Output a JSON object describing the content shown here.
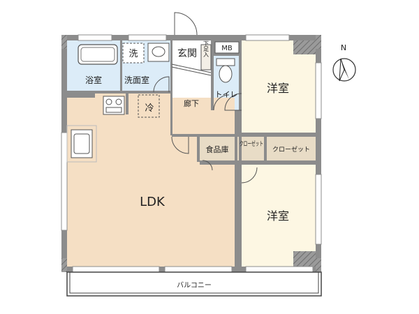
{
  "rooms": {
    "bath": "浴室",
    "washroom": "洗面室",
    "washer": "洗",
    "fridge": "冷",
    "entrance": "玄関",
    "shoe_box": "下足入",
    "meter_box": "MB",
    "toilet": "トイレ",
    "hallway": "廊下",
    "western_room_1": "洋室",
    "pantry": "食品庫",
    "closet_1": "クローゼット",
    "closet_2": "クローゼット",
    "ldk": "LDK",
    "western_room_2": "洋室",
    "balcony": "バルコニー"
  },
  "compass": {
    "north": "N"
  },
  "colors": {
    "wall": "#8c8c8c",
    "ldk_floor": "#f5dfc4",
    "western_floor": "#fdf7e3",
    "wet_floor": "#dcecf8",
    "storage_floor": "#e8dcc6"
  }
}
